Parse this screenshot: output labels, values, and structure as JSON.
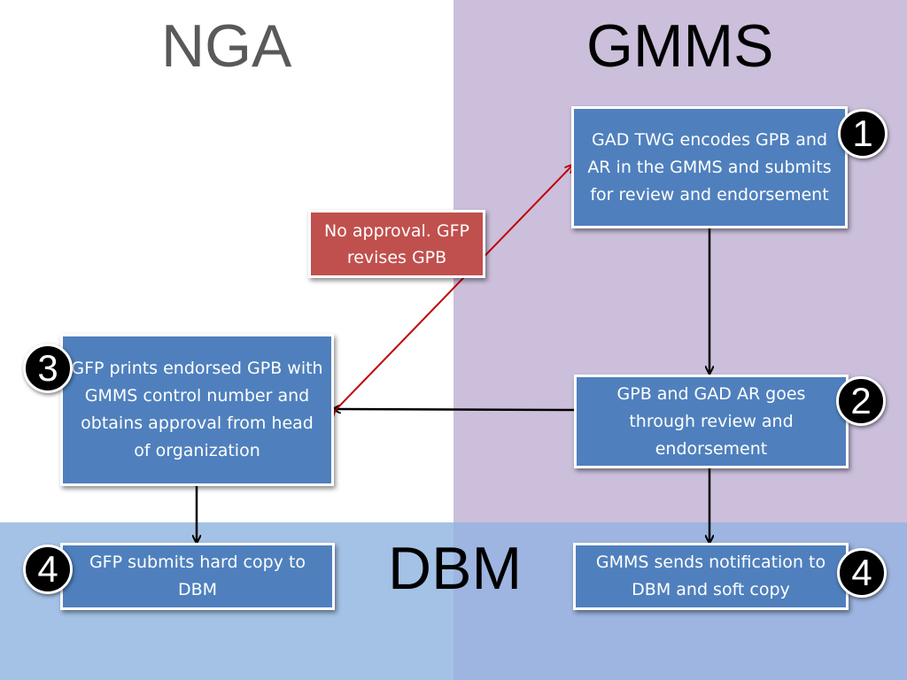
{
  "headers": {
    "nga": "NGA",
    "gmms": "GMMS",
    "dbm": "DBM"
  },
  "steps": {
    "gmms_encode": {
      "text": "GAD TWG encodes GPB and AR in the GMMS and submits for review and endorsement",
      "number": "1"
    },
    "review": {
      "text": "GPB and GAD AR goes through review and endorsement",
      "number": "2"
    },
    "print_approve": {
      "text": "GFP prints endorsed GPB with GMMS control number and obtains approval from head of organization",
      "number": "3"
    },
    "submit_hard_copy": {
      "text": "GFP submits hard copy to DBM",
      "number": "4"
    },
    "notify_dbm": {
      "text": "GMMS sends notification to DBM and soft copy",
      "number": "4"
    }
  },
  "no_approval": {
    "text": "No approval. GFP revises GPB"
  },
  "colors": {
    "box_blue": "#4f80bd",
    "box_red": "#c0504d",
    "gmms_bg": "#cbbfdc",
    "dbm_bg": "#a4c2e6",
    "arrow_black": "#000000",
    "arrow_red": "#c00000"
  }
}
